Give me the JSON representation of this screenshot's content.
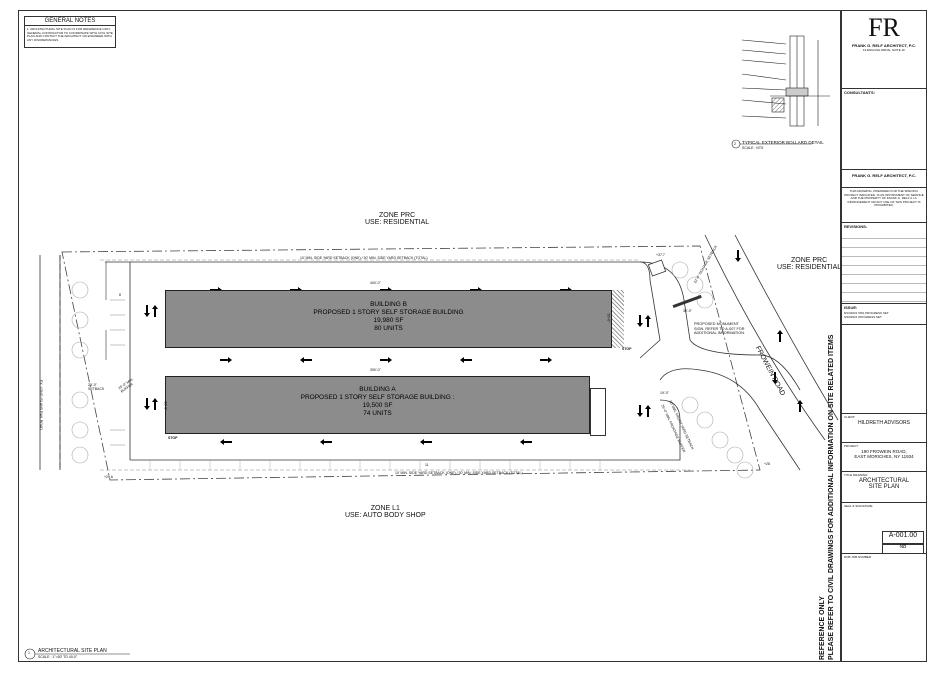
{
  "general_notes": {
    "title": "GENERAL NOTES",
    "text": "1.  ARCHITECTURAL SITE PLAN IS FOR REFERENCE ONLY. GENERAL CONTRACTOR TO COORDINATE WITH CIVIL SITE PLAN AND CONTACT THE ARCHITECT OR ENGINEER WITH ANY DISCREPANCIES."
  },
  "detail": {
    "title": "TYPICAL EXTERIOR BOLLARD DETAIL",
    "number": "2",
    "scale": "SCALE : NTS"
  },
  "zones": {
    "north_title": "ZONE  PRC",
    "north_use": "USE: RESIDENTIAL",
    "east_title": "ZONE  PRC",
    "east_use": "USE: RESIDENTIAL",
    "south_title": "ZONE  L1",
    "south_use": "USE: AUTO BODY SHOP"
  },
  "buildings": {
    "b": {
      "name": "BUILDING B",
      "desc": "PROPOSED 1 STORY SELF STORAGE BUILDING",
      "area": "19,980 SF",
      "units": "80 UNITS",
      "length": "400'-0\"",
      "width": "50'-0\""
    },
    "a": {
      "name": "BUILDING A",
      "desc": "PROPOSED 1 STORY SELF STORAGE BUILDING :",
      "area": "19,500 SF",
      "units": "74 UNITS",
      "length": "390'-0\"",
      "width": "50'-0\""
    }
  },
  "setbacks": {
    "north": "10' MIN. SIDE YARD SETBACK (ONE) / 30' MIN. SIDE YARD SETBACK (TOTAL)",
    "south": "10' MIN. SIDE YARD SETBACK (ONE) / 30' MIN. SIDE YARD SETBACK (TOTAL)",
    "west_setback": "25'-0\" SETBACK",
    "west_buffer": "25'-0\" MIN. BUFFER",
    "front_setback": "50' MIN. FRONT YARD SETBACK",
    "front_buffer": "25'-0\" MIN. FRONTAGE BUFFER",
    "signage": "22'-0\" SIGNAGE SETBACK",
    "dim_30": "30'-0\"",
    "dim_19": "19'-0\""
  },
  "labels": {
    "monument": "PROPOSED MONUMENT SIGN. REFER TO A-007 FOR ADDITIONAL INFORMATION.",
    "road_east": "FROWEIN ROAD",
    "road_west": "EX. LONG ISLAND RAIL ROAD",
    "stop": "STOP",
    "grade_ne": "+37.7",
    "grade_se": "+28",
    "grade_sw": "+29.6",
    "spot_11": "11",
    "spot_8": "8"
  },
  "drawing": {
    "title": "ARCHITECTURAL SITE PLAN",
    "number": "1",
    "scale": "SCALE : 1\"=50' TO 40-0\""
  },
  "vertical_note": {
    "line1": "REFERENCE ONLY",
    "line2": "PLEASE REFER TO CIVIL DRAWINGS FOR ADDITIONAL INFORMATION ON SITE RELATED ITEMS"
  },
  "title_block": {
    "logo": "FR",
    "firm": "FRANK G. RELF ARCHITECT, P.C.",
    "firm_addr": "19 ENGLISH DRIVE, SUITE 1F",
    "consultants": "CONSULTANTS:",
    "firm_repeat": "FRANK G. RELF ARCHITECT, P.C.",
    "disclaimer": "THIS DRAWING, PREPARED FOR THE SPECIFIC PROJECT INDICATED, IS AN INSTRUMENT OF SERVICE AND THE PROPERTY OF FRANK G. RELF A.I.A. INFRINGEMENT OR ANY USE OF THIS PROJECT IS PROHIBITED.",
    "revisions": "REVISIONS:",
    "issue": "ISSUE:",
    "issue_rows": [
      {
        "date": "8/13/2021",
        "comment": "50% PROGRESS SET"
      },
      {
        "date": "3/20/2021",
        "comment": "PROGRESS SET"
      }
    ],
    "client_label": "CLIENT:",
    "client": "HILDRETH ADVISORS",
    "project_label": "PROJECT:",
    "project_line1": "190 FROWEIN ROAD,",
    "project_line2": "EAST MORICHES, NY 11934",
    "title_label": "TITLE DRAWING:",
    "title_line1": "ARCHITECTURAL",
    "title_line2": "SITE PLAN",
    "seal": "SEAL & SIGNATURE",
    "sheet": "A-001.00",
    "nb": "NB",
    "job": "DOB JOB NUMBER"
  }
}
